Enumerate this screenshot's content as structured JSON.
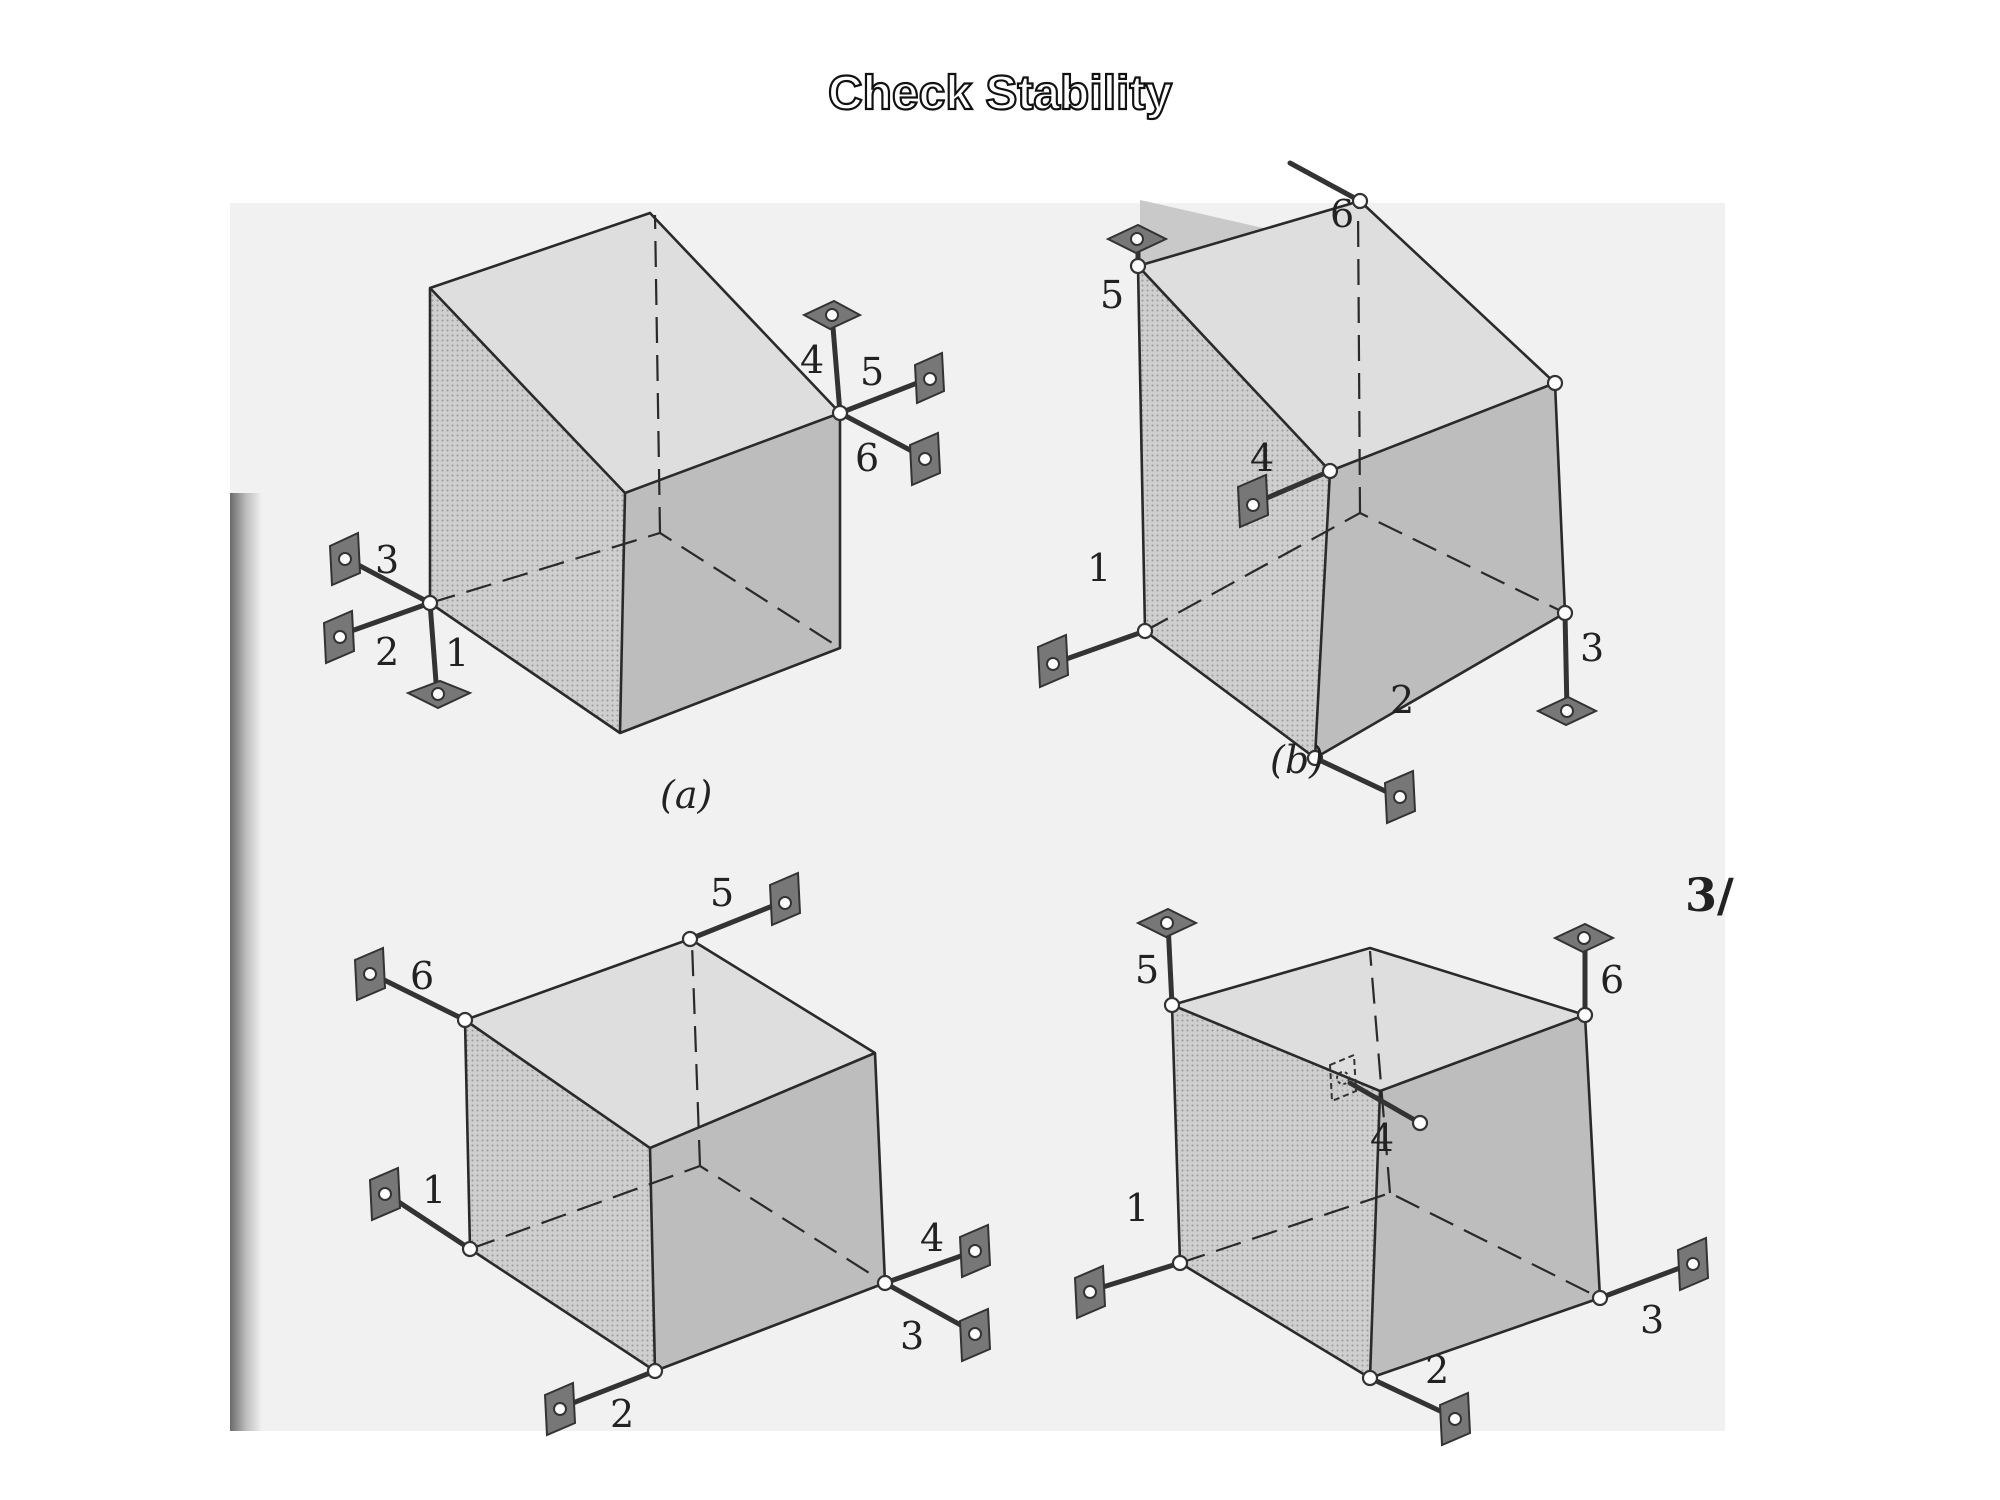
{
  "title": "Check Stability",
  "figures": [
    {
      "caption": "(a)",
      "members": [
        "1",
        "2",
        "3",
        "4",
        "5",
        "6"
      ]
    },
    {
      "caption": "(b)",
      "members": [
        "1",
        "2",
        "3",
        "4",
        "5",
        "6"
      ]
    },
    {
      "caption": "",
      "members": [
        "1",
        "2",
        "3",
        "4",
        "5",
        "6"
      ]
    },
    {
      "caption": "",
      "members": [
        "1",
        "2",
        "3",
        "4",
        "5",
        "6"
      ]
    }
  ],
  "margin_text": "3/"
}
